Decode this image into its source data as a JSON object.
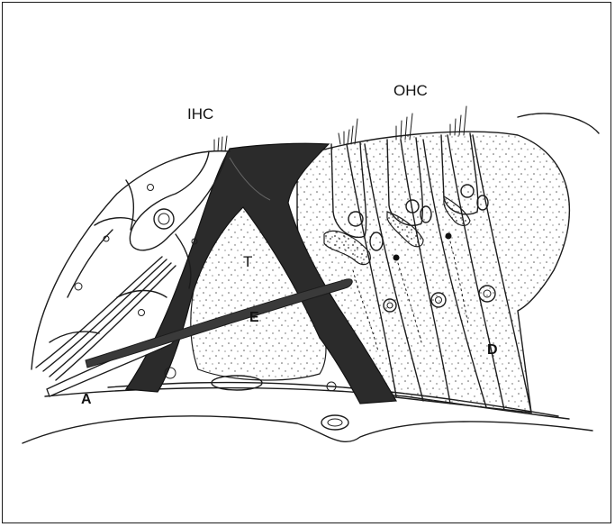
{
  "labels": {
    "ihc": "IHC",
    "ohc": "OHC",
    "t": "T",
    "e": "E",
    "a": "A",
    "d": "D"
  },
  "colors": {
    "ink": "#1c1c1c",
    "dark_fill": "#2b2b2b",
    "stipple": "#6a6a6a",
    "background": "#ffffff"
  }
}
